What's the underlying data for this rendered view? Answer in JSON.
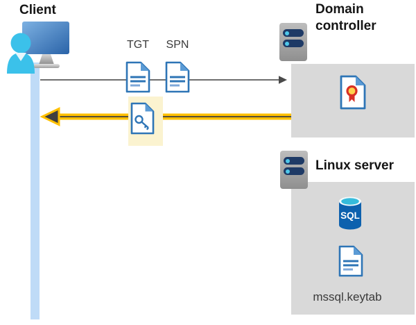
{
  "diagram": {
    "client": {
      "title": "Client"
    },
    "domain_controller": {
      "title": "Domain controller"
    },
    "linux_server": {
      "title": "Linux server",
      "keytab_label": "mssql.keytab",
      "sql_icon_text": "SQL"
    },
    "tickets": {
      "tgt_label": "TGT",
      "spn_label": "SPN"
    }
  },
  "colors": {
    "zone_gray": "#D9D9D9",
    "lifeline_blue": "#BFDBF7",
    "request_arrow_gray": "#595959",
    "response_arrow_yellow": "#FFC000",
    "arrowhead_dark": "#3F3F3F",
    "highlight_yellow": "#FBF3D0",
    "document_border_blue": "#2E75B6",
    "document_fold_blue": "#5B9BD5",
    "monitor_blue": "#2E6CB5",
    "person_cyan": "#3BC1EA",
    "server_bar_navy": "#1E3A66",
    "server_dot_cyan": "#4FC8EA",
    "sql_body_blue": "#0D61AE",
    "sql_top_cyan": "#35BBDB",
    "certificate_red": "#D93025",
    "certificate_yellow": "#FFD34D"
  }
}
